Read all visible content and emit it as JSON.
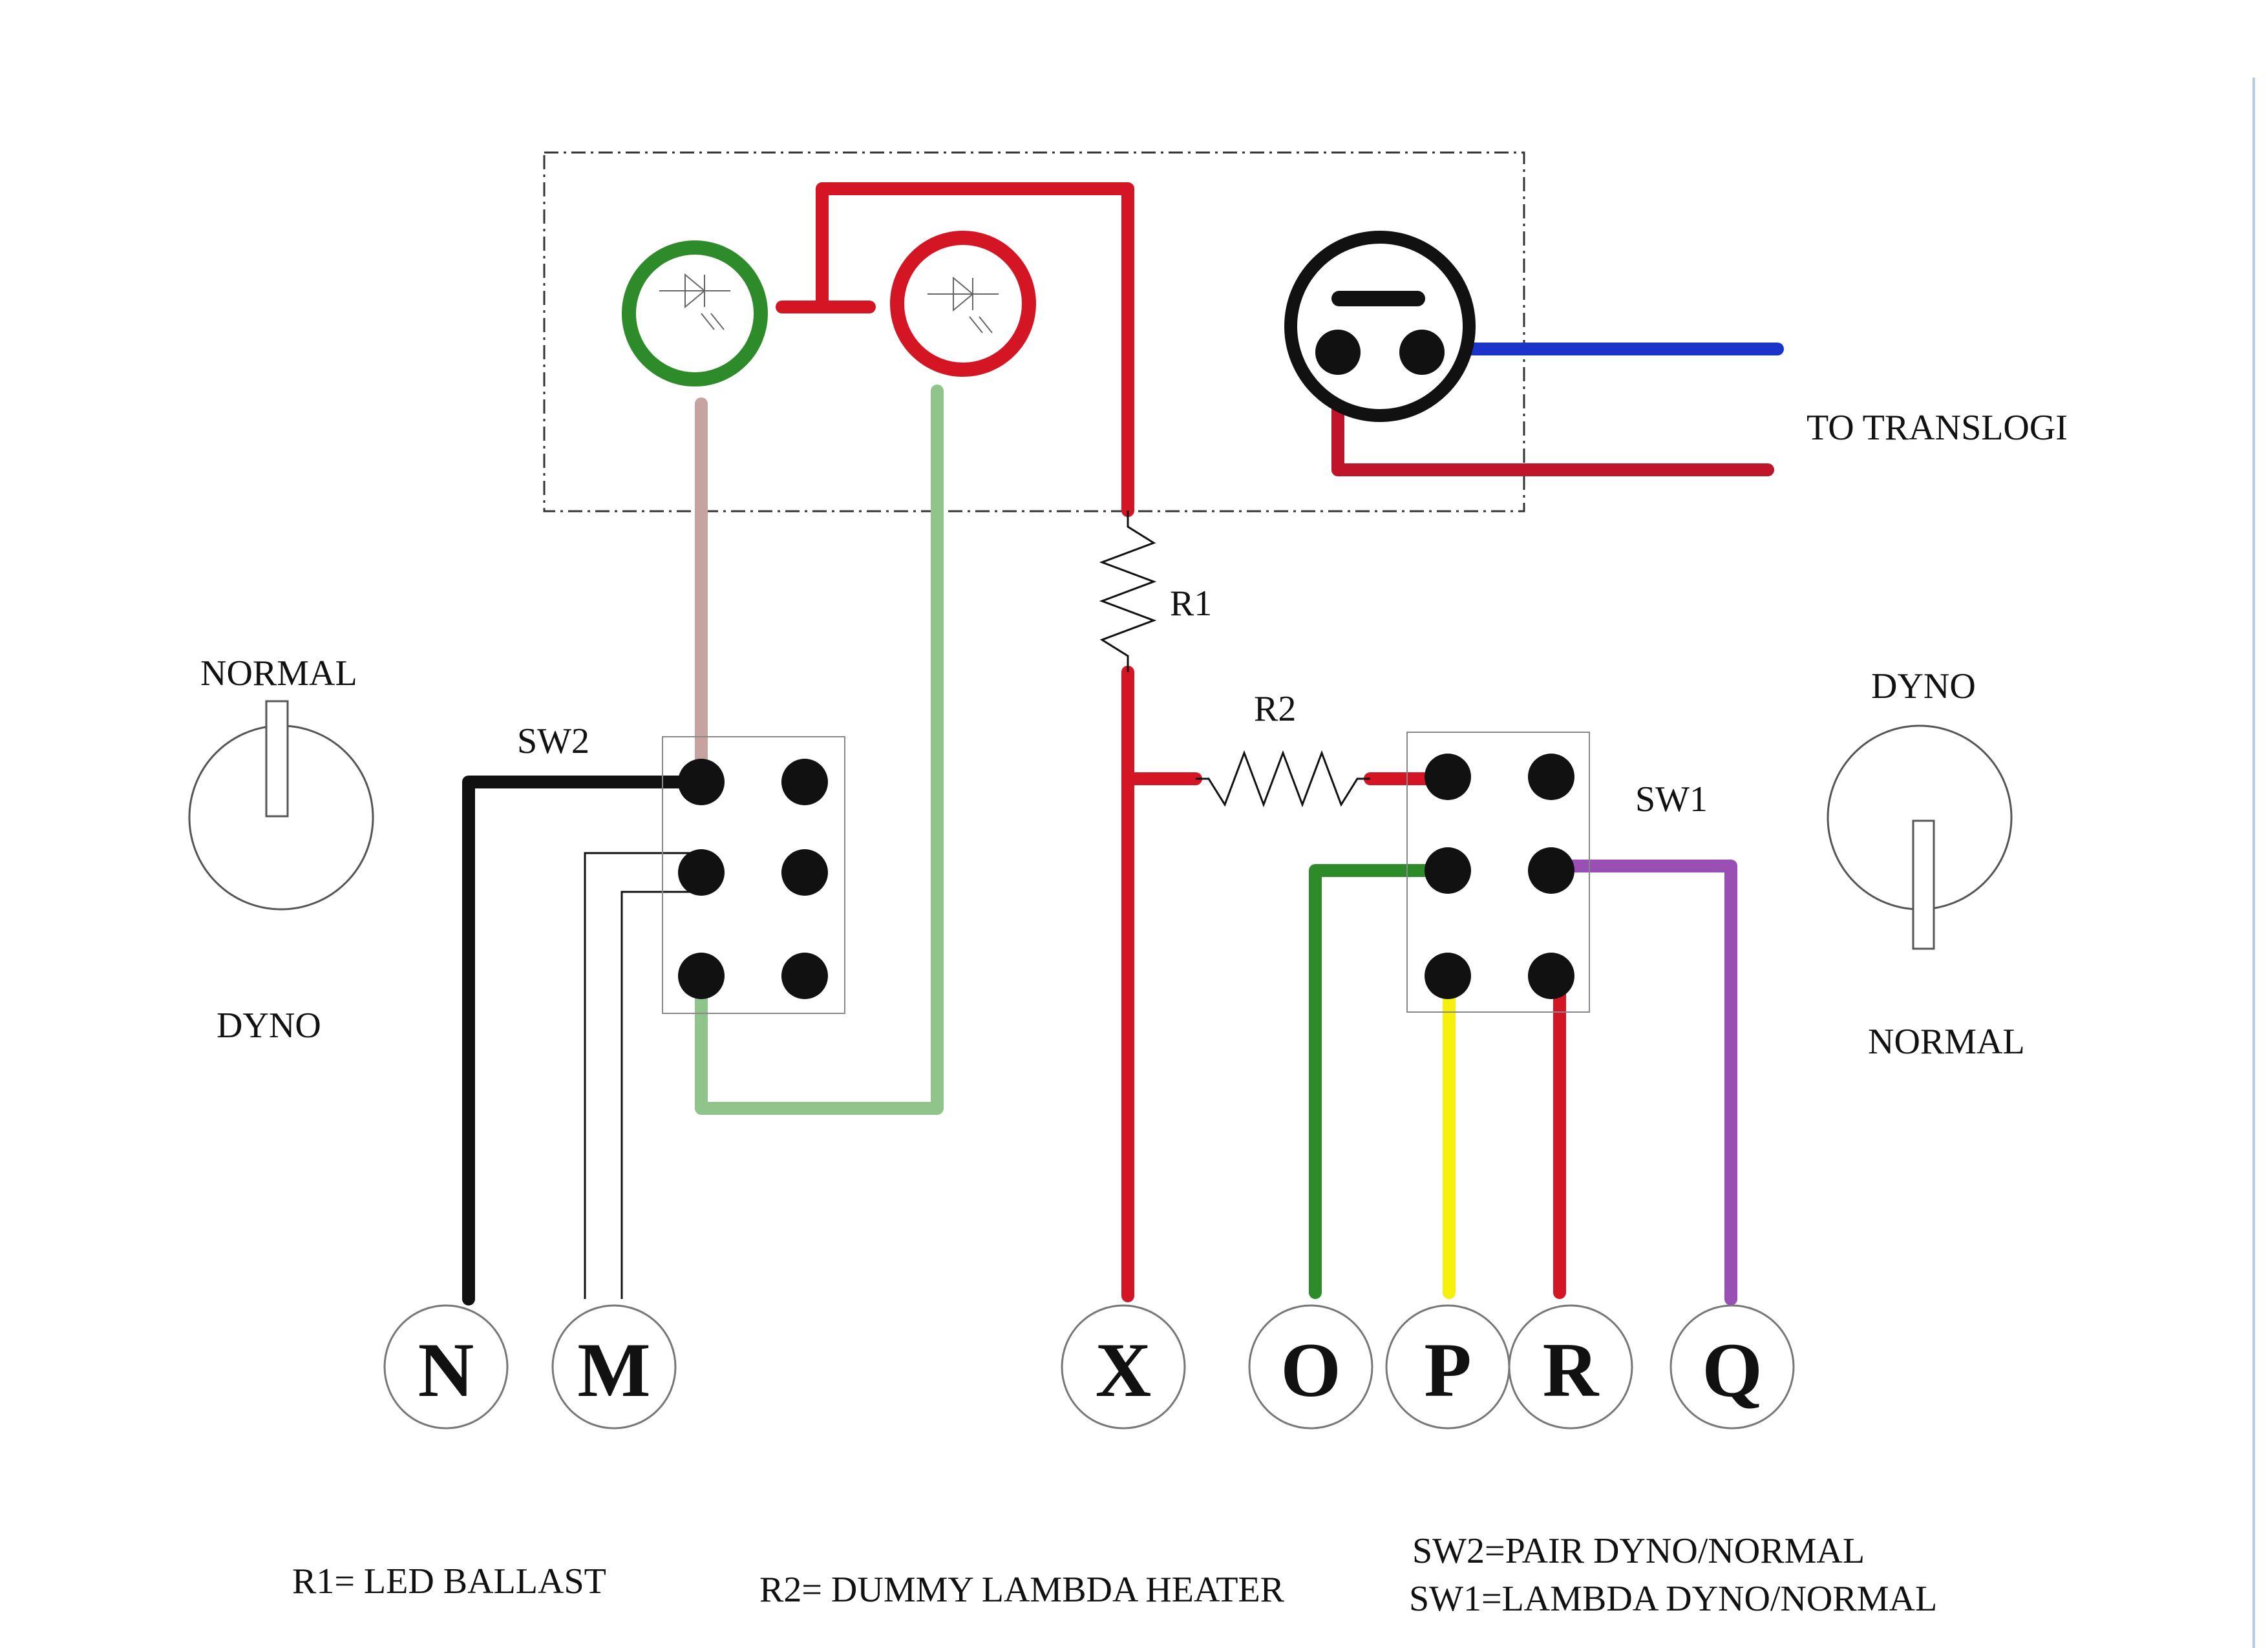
{
  "colors": {
    "red": "#d41524",
    "black": "#111111",
    "green": "#2e8b2a",
    "light_green": "#8fc48b",
    "pink": "#c7a3a0",
    "blue": "#1a33c9",
    "yellow": "#f5f00c",
    "purple": "#9a4fb5",
    "dark_red": "#c0142b"
  },
  "labels": {
    "to_translogic": "TO TRANSLOGI",
    "r1": "R1",
    "r2": "R2",
    "sw2": "SW2",
    "sw1": "SW1",
    "left_switch_top": "NORMAL",
    "left_switch_bottom": "DYNO",
    "right_switch_top": "DYNO",
    "right_switch_bottom": "NORMAL"
  },
  "terminals": [
    "N",
    "M",
    "X",
    "O",
    "P",
    "R",
    "Q"
  ],
  "legend": {
    "r1": "R1= LED BALLAST",
    "r2": "R2= DUMMY LAMBDA HEATER",
    "sw2": "SW2=PAIR DYNO/NORMAL",
    "sw1": "SW1=LAMBDA DYNO/NORMAL"
  }
}
